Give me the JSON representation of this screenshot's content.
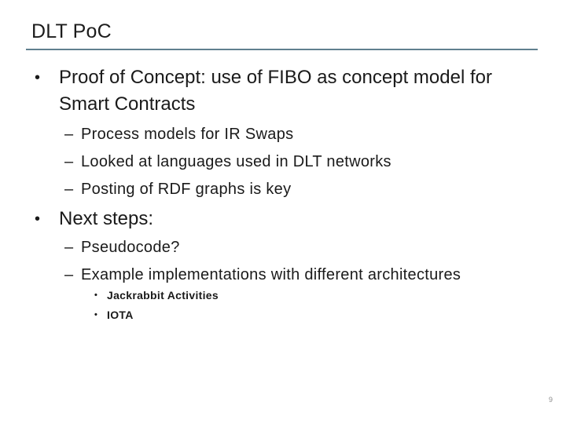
{
  "slide": {
    "title": "DLT PoC",
    "page_number": "9"
  },
  "colors": {
    "background": "#ffffff",
    "title_text": "#1c1c1c",
    "body_text": "#1a1a1a",
    "divider": "#60808f",
    "page_number": "#8c8c8c"
  },
  "markers": {
    "level1": "•",
    "level2": "–",
    "level3": "•"
  },
  "content": {
    "bullet1": {
      "text": "Proof of Concept: use of FIBO as concept model for Smart Contracts",
      "sub": [
        "Process models for IR Swaps",
        "Looked at languages used in DLT networks",
        "Posting of RDF graphs is key"
      ]
    },
    "bullet2": {
      "text": "Next steps:",
      "sub": [
        "Pseudocode?",
        "Example implementations with different architectures"
      ],
      "subsub": [
        "Jackrabbit Activities",
        "IOTA"
      ]
    }
  }
}
